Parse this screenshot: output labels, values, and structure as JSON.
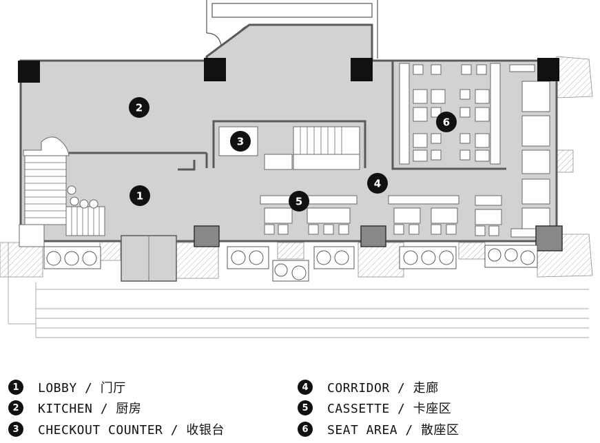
{
  "markers": {
    "m1": "1",
    "m2": "2",
    "m3": "3",
    "m4": "4",
    "m5": "5",
    "m6": "6"
  },
  "legend": [
    {
      "num": "1",
      "label": "LOBBY / 门厅"
    },
    {
      "num": "2",
      "label": "KITCHEN / 厨房"
    },
    {
      "num": "3",
      "label": "CHECKOUT COUNTER / 收银台"
    },
    {
      "num": "4",
      "label": "CORRIDOR / 走廊"
    },
    {
      "num": "5",
      "label": "CASSETTE / 卡座区"
    },
    {
      "num": "6",
      "label": "SEAT AREA / 散座区"
    }
  ],
  "colors": {
    "floor": "#d2d2d2",
    "wall": "#5a5a5a",
    "column": "#111111",
    "marker": "#111111"
  }
}
